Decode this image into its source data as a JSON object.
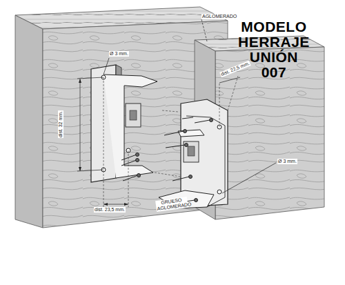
{
  "diagram": {
    "title": "MODELO HERRAJE UNIÓN 007",
    "labels": [
      "Ø 3 mm.",
      "dist. 32 mm.",
      "dist. 23,5 mm.",
      "GRUESO AGLOMERADO",
      "dist. 22,5 mm.",
      "Ø 3 mm.",
      "AGLOMERADO"
    ]
  }
}
